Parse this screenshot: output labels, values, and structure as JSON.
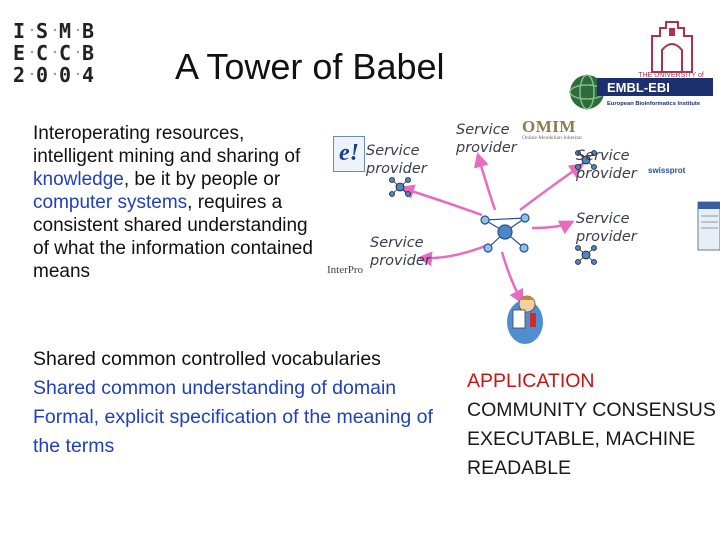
{
  "slide": {
    "title": "A Tower of Babel",
    "intro": {
      "part1": "Interoperating resources, intelligent mining and sharing of ",
      "knowledge": "knowledge",
      "part2": ", be it by people or ",
      "computer_systems": "computer systems",
      "part3": ", requires a consistent shared understanding of what the information contained means"
    },
    "bullets": [
      {
        "text": "Shared common controlled vocabularies",
        "color": "#111111"
      },
      {
        "text": "Shared common understanding of domain",
        "color": "#1f3fbf"
      },
      {
        "text": "Formal, explicit specification of the meaning of the terms",
        "color": "#1f3fbf"
      }
    ],
    "right_list": [
      {
        "text": "APPLICATION",
        "color": "#cc1111"
      },
      {
        "text": "COMMUNITY CONSENSUS",
        "color": "#1a1a1a"
      },
      {
        "text": "EXECUTABLE, MACHINE READABLE",
        "color": "#1a1a1a"
      }
    ]
  },
  "diagram": {
    "service_label_1": "Service",
    "service_label_2": "provider",
    "omim_logo": "OMIM",
    "omim_sub": "Online Mendelian Inheritance in Man",
    "interpro_logo": "InterPro",
    "swissprot_logo": "swissprot",
    "embl_logo": "EMBL-EBI",
    "embl_sub": "European Bioinformatics Institute",
    "e_logo": "e!",
    "manchester_text": "THE UNIVERSITY of MANCHESTER"
  },
  "logo_grid": {
    "glyphs": [
      "I",
      "S",
      "M",
      "B",
      "E",
      "C",
      "C",
      "B",
      "2",
      "0",
      "0",
      "4"
    ]
  },
  "colors": {
    "arrow": "#e76cc0",
    "node": "#4a86c8",
    "accent_blue": "#1f3fbf",
    "accent_red": "#cc1111"
  }
}
